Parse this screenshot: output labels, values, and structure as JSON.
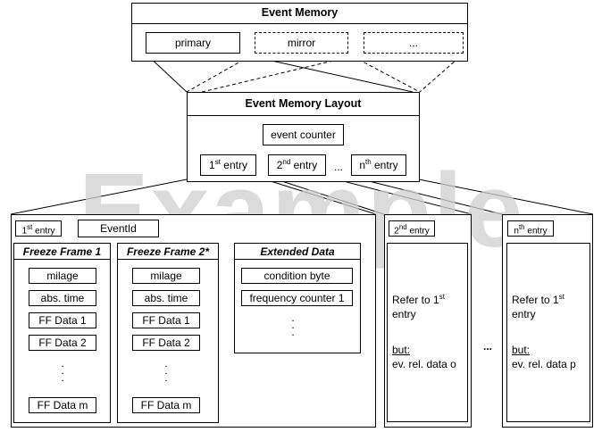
{
  "event_memory": {
    "title": "Event Memory",
    "items": [
      "primary",
      "mirror",
      "..."
    ]
  },
  "layout": {
    "title": "Event Memory Layout",
    "event_counter": "event counter",
    "first_entry": {
      "pre": "1",
      "sup": "st",
      "post": " entry"
    },
    "second_entry": {
      "pre": "2",
      "sup": "nd",
      "post": " entry"
    },
    "ellipsis": "...",
    "nth_entry": {
      "pre": "n",
      "sup": "th",
      "post": " entry"
    }
  },
  "entry1": {
    "label": {
      "pre": "1",
      "sup": "st",
      "post": " entry"
    },
    "event_id": "EventId",
    "ff1": {
      "title": "Freeze Frame 1",
      "items": [
        "milage",
        "abs. time",
        "FF Data 1",
        "FF Data 2"
      ],
      "last": "FF Data m"
    },
    "ff2": {
      "title": "Freeze Frame 2*",
      "items": [
        "milage",
        "abs. time",
        "FF Data 1",
        "FF Data 2"
      ],
      "last": "FF Data m"
    },
    "ext": {
      "title": "Extended Data",
      "items": [
        "condition byte",
        "frequency counter 1"
      ]
    }
  },
  "entry2": {
    "label": {
      "pre": "2",
      "sup": "nd",
      "post": " entry"
    },
    "refer": {
      "pre": "Refer to 1",
      "sup": "st",
      "line2": "entry"
    },
    "but": "but:",
    "data": "ev. rel. data o"
  },
  "between_ellipsis": "...",
  "entryn": {
    "label": {
      "pre": "n",
      "sup": "th",
      "post": " entry"
    },
    "refer": {
      "pre": "Refer to 1",
      "sup": "st",
      "line2": "entry"
    },
    "but": "but:",
    "data": "ev. rel. data p"
  },
  "watermark": "Example"
}
